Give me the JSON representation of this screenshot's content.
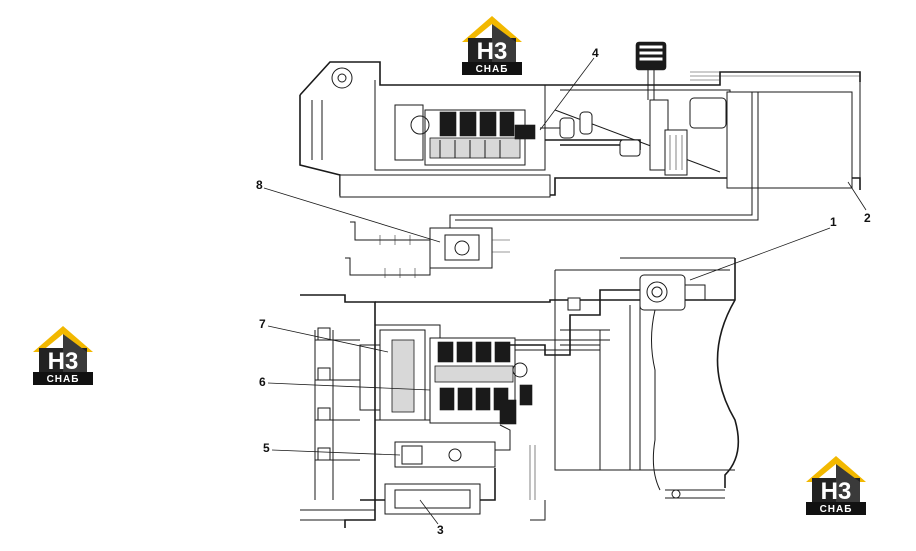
{
  "logo": {
    "top_letters": "H3",
    "bottom_text": "CHAБ",
    "colors": {
      "roof": "#f2b800",
      "house": "#222222",
      "band": "#111111",
      "text": "#ffffff"
    }
  },
  "callouts": [
    {
      "id": "1",
      "label": "1"
    },
    {
      "id": "2",
      "label": "2"
    },
    {
      "id": "3",
      "label": "3"
    },
    {
      "id": "4",
      "label": "4"
    },
    {
      "id": "5",
      "label": "5"
    },
    {
      "id": "6",
      "label": "6"
    },
    {
      "id": "7",
      "label": "7"
    },
    {
      "id": "8",
      "label": "8"
    }
  ]
}
